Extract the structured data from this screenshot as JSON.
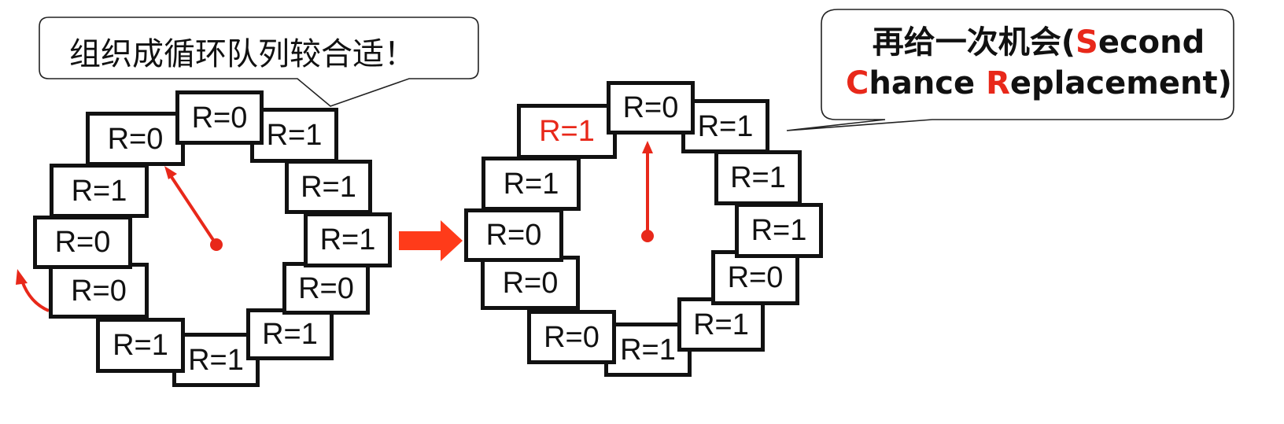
{
  "left_callout": {
    "text": "组织成循环队列较合适！"
  },
  "right_callout": {
    "line1_prefix": "再给一次机会(",
    "line1_s": "S",
    "line1_rest": "econd",
    "line2_c": "C",
    "line2_mid": "hance ",
    "line2_r": "R",
    "line2_rest": "eplacement)"
  },
  "left_ring": {
    "frames": [
      "R=1",
      "R=1",
      "R=1",
      "R=0",
      "R=0",
      "R=0",
      "R=1",
      "R=1",
      "R=1",
      "R=0",
      "R=1",
      "R=0"
    ]
  },
  "right_ring": {
    "frames": [
      "R=1",
      "R=0",
      "R=1",
      "R=0",
      "R=0",
      "R=0",
      "R=1",
      "R=1",
      "R=1",
      "R=1",
      "R=1",
      "R=0"
    ]
  },
  "colors": {
    "accent": "#e8281a",
    "frame_border": "#111111",
    "transition_arrow": "#ff3b1a"
  }
}
